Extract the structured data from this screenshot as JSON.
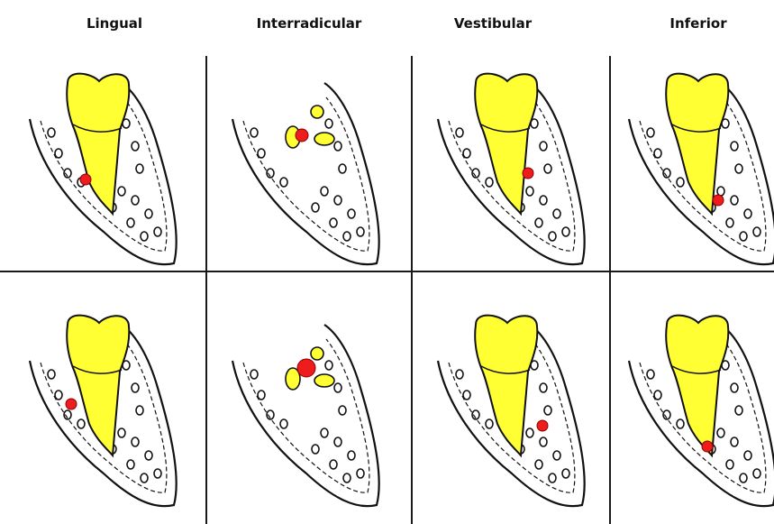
{
  "columns": [
    {
      "id": "lingual",
      "label": "Lingual"
    },
    {
      "id": "interradicular",
      "label": "Interradicular"
    },
    {
      "id": "vestibular",
      "label": "Vestibular"
    },
    {
      "id": "inferior",
      "label": "Inferior"
    }
  ],
  "colors": {
    "tooth": "#ffff33",
    "marker": "#ee1c1c",
    "outline": "#111111"
  }
}
